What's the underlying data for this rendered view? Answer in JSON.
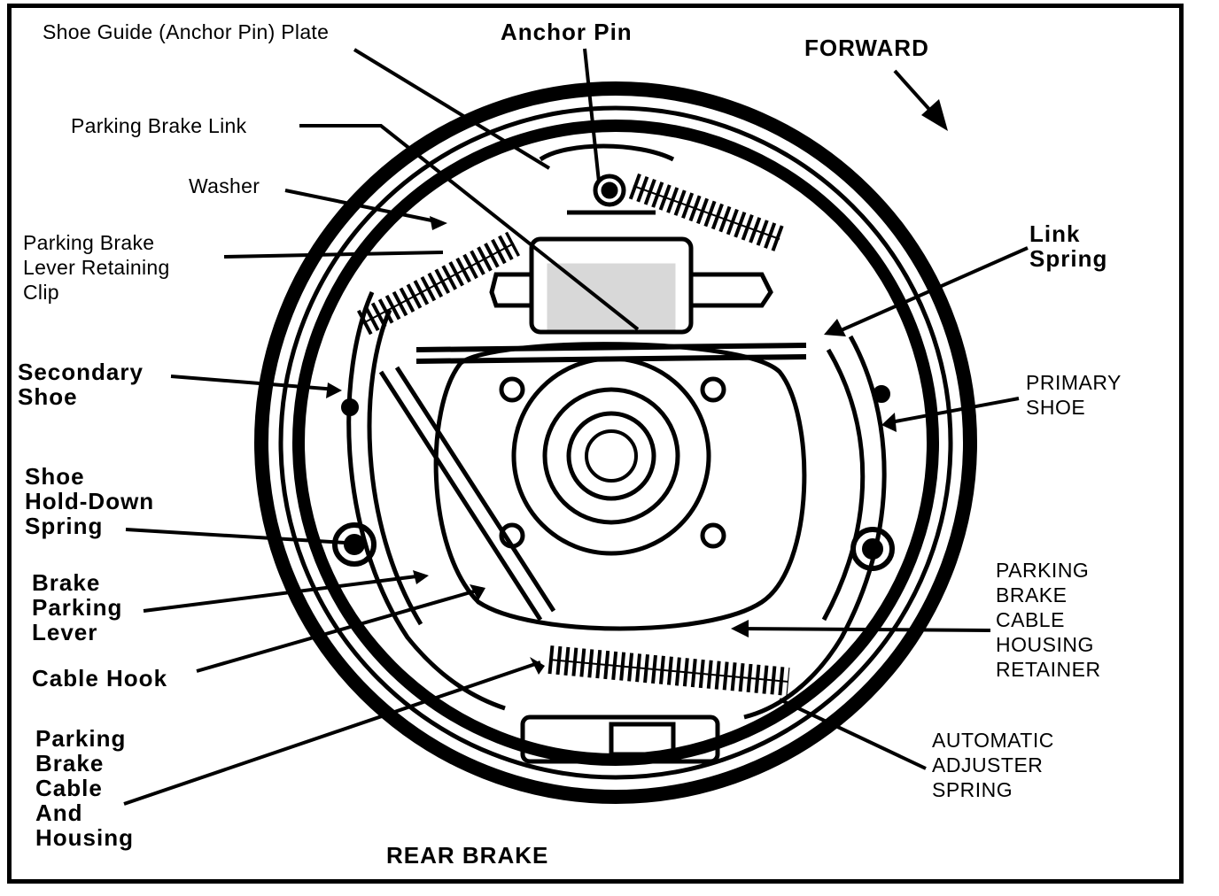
{
  "title": "REAR BRAKE",
  "direction": "FORWARD",
  "labels": {
    "shoe_guide": "Shoe Guide (Anchor Pin) Plate",
    "anchor_pin": "Anchor Pin",
    "parking_brake_link": "Parking Brake Link",
    "washer": "Washer",
    "lever_retaining_clip": "Parking Brake\nLever Retaining\nClip",
    "secondary_shoe": "Secondary\nShoe",
    "hold_down_spring": "Shoe\nHold-Down\nSpring",
    "brake_parking_lever": "Brake\nParking\nLever",
    "cable_hook": "Cable Hook",
    "cable_and_housing": "Parking\nBrake\nCable\nAnd\nHousing",
    "link_spring": "Link\nSpring",
    "primary_shoe": "PRIMARY\nSHOE",
    "cable_housing_retainer": "PARKING\nBRAKE\nCABLE\nHOUSING\nRETAINER",
    "automatic_adjuster_spring": "AUTOMATIC\nADJUSTER\nSPRING"
  },
  "colors": {
    "ink": "#000000",
    "paper": "#ffffff"
  }
}
